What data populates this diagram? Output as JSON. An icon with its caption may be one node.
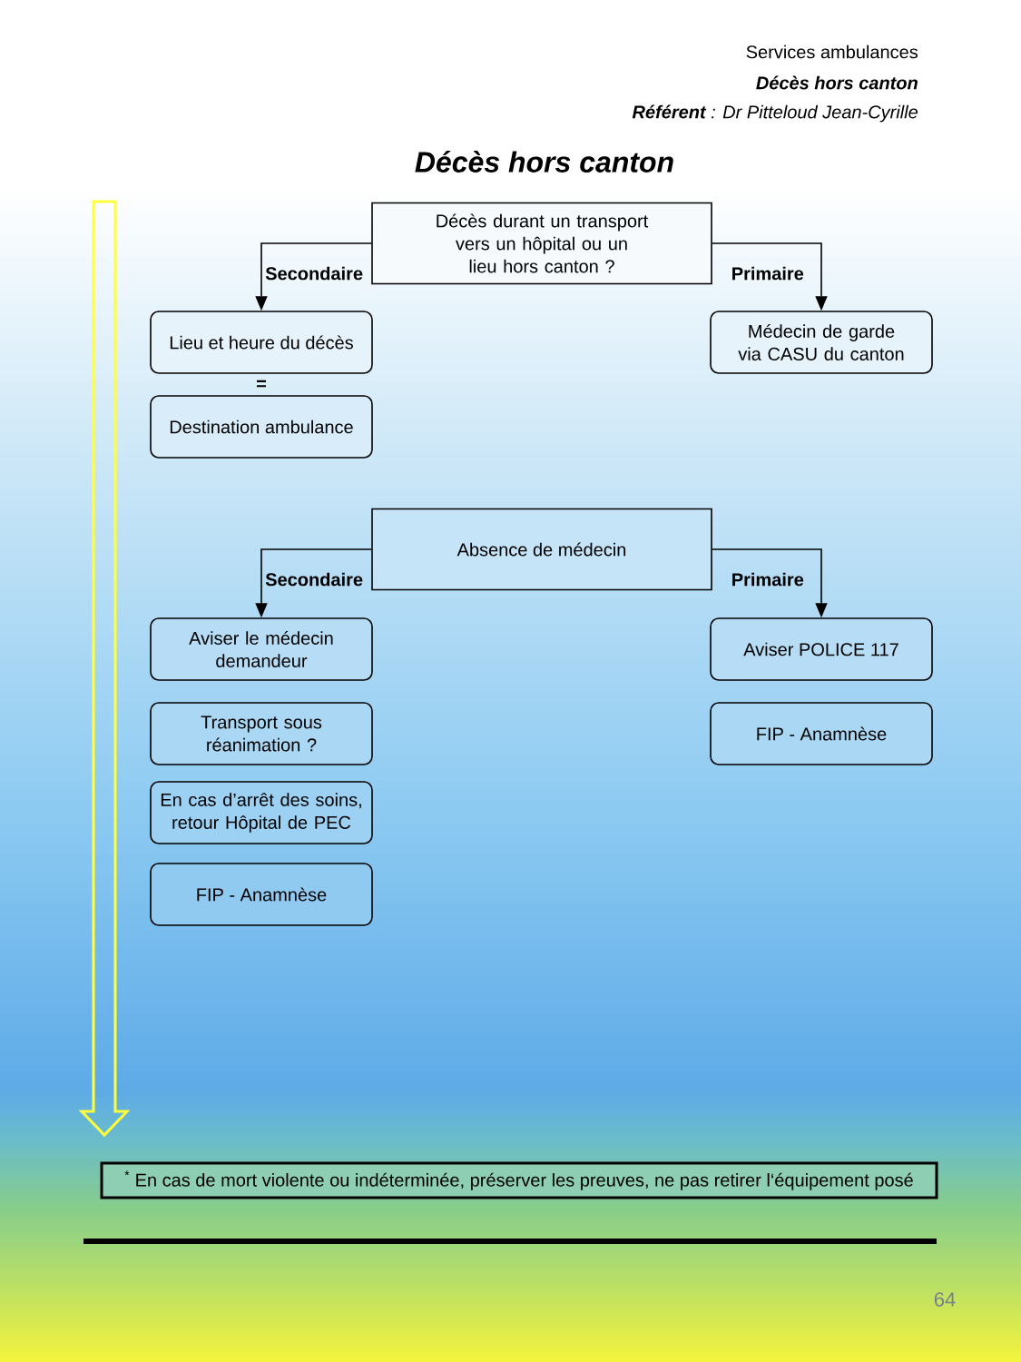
{
  "diagram": {
    "title": "Décès hors canton",
    "nodes": [
      {
        "text": [
          "Décès durant un transport vers un hôpital ou un lieu hors canton ?"
        ]
      },
      {
        "text": [
          "Lieu et heure du décès"
        ]
      },
      {
        "text": [
          "Médecin de garde via CASU du canton"
        ]
      },
      {
        "text": [
          "Destination ambulance"
        ]
      },
      {
        "text": [
          "Absence de médecin"
        ]
      },
      {
        "text": [
          "Aviser le médecin demandeur"
        ]
      },
      {
        "text": [
          "Aviser POLICE 117"
        ]
      },
      {
        "text": [
          "Transport sous réanimation ?"
        ]
      },
      {
        "text": [
          "FIP - Anamnèse"
        ]
      },
      {
        "text": [
          "En cas d’arrêt des soins, retour Hôpital de PEC"
        ]
      },
      {
        "text": [
          "FIP - Anamnèse"
        ]
      },
      {
        "text": [
          "$^{*}$ En cas de mort violente ou indéterminée, préserver les preuves, ne pas retirer l‘équipement posé"
        ]
      }
    ],
    "edges": [
      {
        "from": 0,
        "to": 1,
        "arrow": "to",
        "label": "Secondaire"
      },
      {
        "from": 0,
        "to": 2,
        "arrow": "to",
        "label": "Primaire"
      },
      {
        "from": 4,
        "to": 5,
        "arrow": "to",
        "label": "Secondaire"
      },
      {
        "from": 4,
        "to": 6,
        "arrow": "to",
        "label": "Primaire"
      }
    ],
    "labels": [
      "Services ambulances",
      "Décès hors canton",
      "**Référent** : Dr Pitteloud Jean-Cyrille",
      "=",
      "64"
    ]
  }
}
